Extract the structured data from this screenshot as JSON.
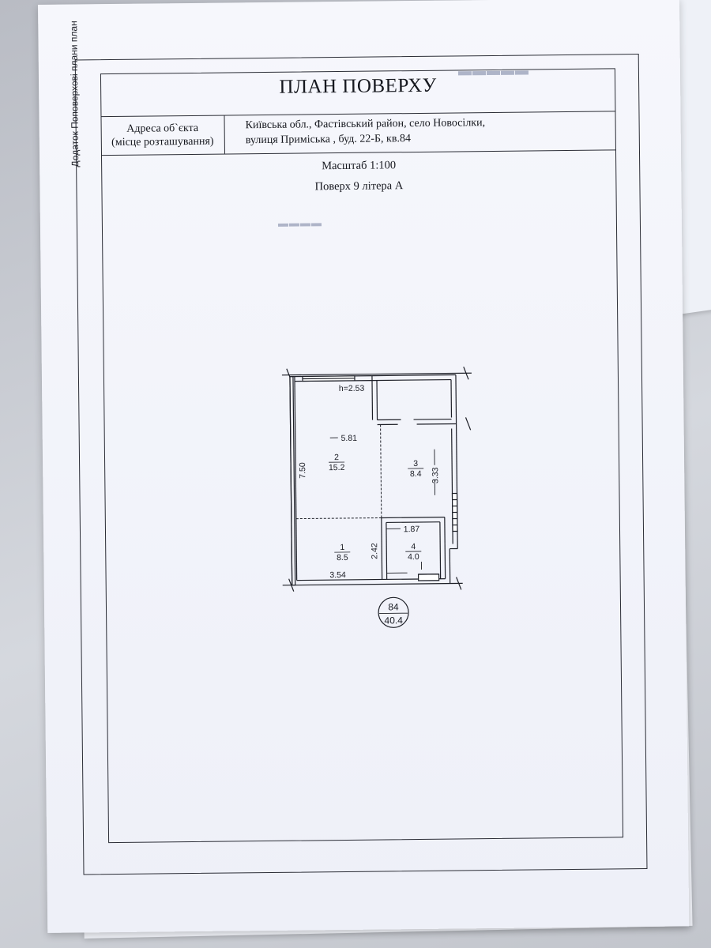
{
  "document": {
    "side_note": "Додаток Поповерхові плани план",
    "title": "ПЛАН ПОВЕРХУ",
    "address_label_line1": "Адреса об`єкта",
    "address_label_line2": "(місце розташування)",
    "address_line1": "Київська обл., Фастівський район, село Новосілки,",
    "address_line2": "вулиця Приміська , буд. 22-Б, кв.84",
    "scale": "Масштаб 1:100",
    "floor": "Поверх 9 літера А"
  },
  "floor_plan": {
    "ceiling_height": "h=2.53",
    "rooms": [
      {
        "number": "1",
        "area": "8.5"
      },
      {
        "number": "2",
        "area": "15.2"
      },
      {
        "number": "3",
        "area": "8.4"
      },
      {
        "number": "4",
        "area": "4.0"
      }
    ],
    "dimensions": {
      "room2_width": "5.81",
      "total_depth": "7.50",
      "room3_depth": "3.33",
      "room1_width": "3.54",
      "room4_depth": "2.42",
      "room4_width": "1.87"
    },
    "apartment_badge": {
      "number": "84",
      "total_area": "40.4"
    }
  }
}
